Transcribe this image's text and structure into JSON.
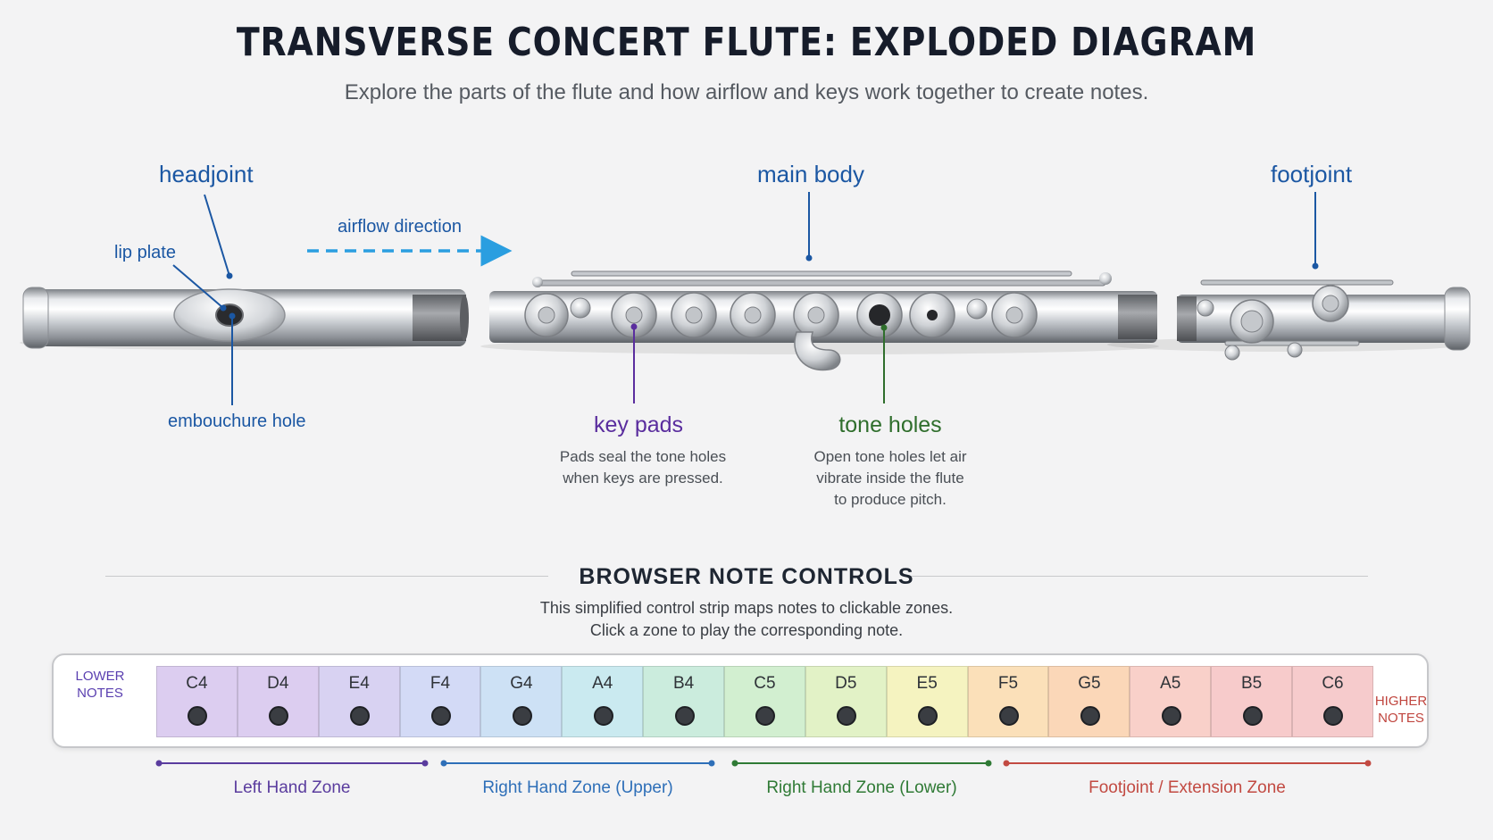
{
  "header": {
    "title": "TRANSVERSE CONCERT FLUTE: EXPLODED DIAGRAM",
    "subtitle": "Explore the parts of the flute and how airflow and keys work together to create notes."
  },
  "parts": {
    "headjoint": "headjoint",
    "lip_plate": "lip plate",
    "embouchure_hole": "embouchure hole",
    "airflow": "airflow direction",
    "main_body": "main body",
    "footjoint": "footjoint",
    "key_pads": {
      "label": "key pads",
      "desc_line1": "Pads seal the tone holes",
      "desc_line2": "when keys are pressed."
    },
    "tone_holes": {
      "label": "tone holes",
      "desc_line1": "Open tone holes let air",
      "desc_line2": "vibrate inside the flute",
      "desc_line3": "to produce pitch."
    }
  },
  "controls": {
    "title": "BROWSER NOTE CONTROLS",
    "desc_line1": "This simplified control strip maps notes to clickable zones.",
    "desc_line2": "Click a zone to play the corresponding note.",
    "lower_line1": "LOWER",
    "lower_line2": "NOTES",
    "higher_line1": "HIGHER",
    "higher_line2": "NOTES",
    "notes": [
      {
        "name": "C4",
        "color": "#dccdf0"
      },
      {
        "name": "D4",
        "color": "#dccdf0"
      },
      {
        "name": "E4",
        "color": "#d8d2f2"
      },
      {
        "name": "F4",
        "color": "#d3daf6"
      },
      {
        "name": "G4",
        "color": "#cde1f5"
      },
      {
        "name": "A4",
        "color": "#caeaf0"
      },
      {
        "name": "B4",
        "color": "#cbecdd"
      },
      {
        "name": "C5",
        "color": "#d2efd0"
      },
      {
        "name": "D5",
        "color": "#e2f2c6"
      },
      {
        "name": "E5",
        "color": "#f5f3c0"
      },
      {
        "name": "F5",
        "color": "#fbe0b9"
      },
      {
        "name": "G5",
        "color": "#fbd7b8"
      },
      {
        "name": "A5",
        "color": "#f9d0c9"
      },
      {
        "name": "B5",
        "color": "#f7cbcb"
      },
      {
        "name": "C6",
        "color": "#f6cbcc"
      }
    ],
    "zones": [
      {
        "name": "Left Hand Zone",
        "color": "#5a3c9e"
      },
      {
        "name": "Right Hand Zone (Upper)",
        "color": "#2e6fb8"
      },
      {
        "name": "Right Hand Zone (Lower)",
        "color": "#2f7a35"
      },
      {
        "name": "Footjoint / Extension Zone",
        "color": "#c24a42"
      }
    ]
  },
  "colors": {
    "label_blue": "#1b57a3",
    "airflow": "#2a9ee0",
    "key_pads": "#5a2d9e",
    "tone_holes": "#2f6e2c"
  }
}
